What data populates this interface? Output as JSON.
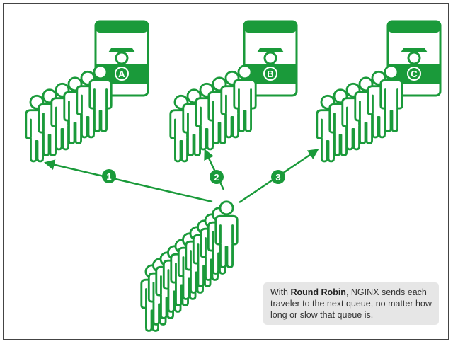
{
  "colors": {
    "accent": "#1a9a3a",
    "frame": "#444444",
    "caption_bg": "#e6e6e6",
    "text": "#333333"
  },
  "booths": [
    {
      "letter": "A",
      "icon": "guard-booth-icon"
    },
    {
      "letter": "B",
      "icon": "guard-booth-icon"
    },
    {
      "letter": "C",
      "icon": "guard-booth-icon"
    }
  ],
  "routes": [
    {
      "number": "1",
      "target": "A"
    },
    {
      "number": "2",
      "target": "B"
    },
    {
      "number": "3",
      "target": "C"
    }
  ],
  "queues": {
    "icon": "person-icon",
    "incoming_count": 11,
    "queue_a_count": 6,
    "queue_b_count": 6,
    "queue_c_count": 6
  },
  "caption": {
    "prefix": "With ",
    "bold": "Round Robin",
    "suffix": ", NGINX sends each traveler to the next queue, no matter how long or slow that queue is."
  }
}
